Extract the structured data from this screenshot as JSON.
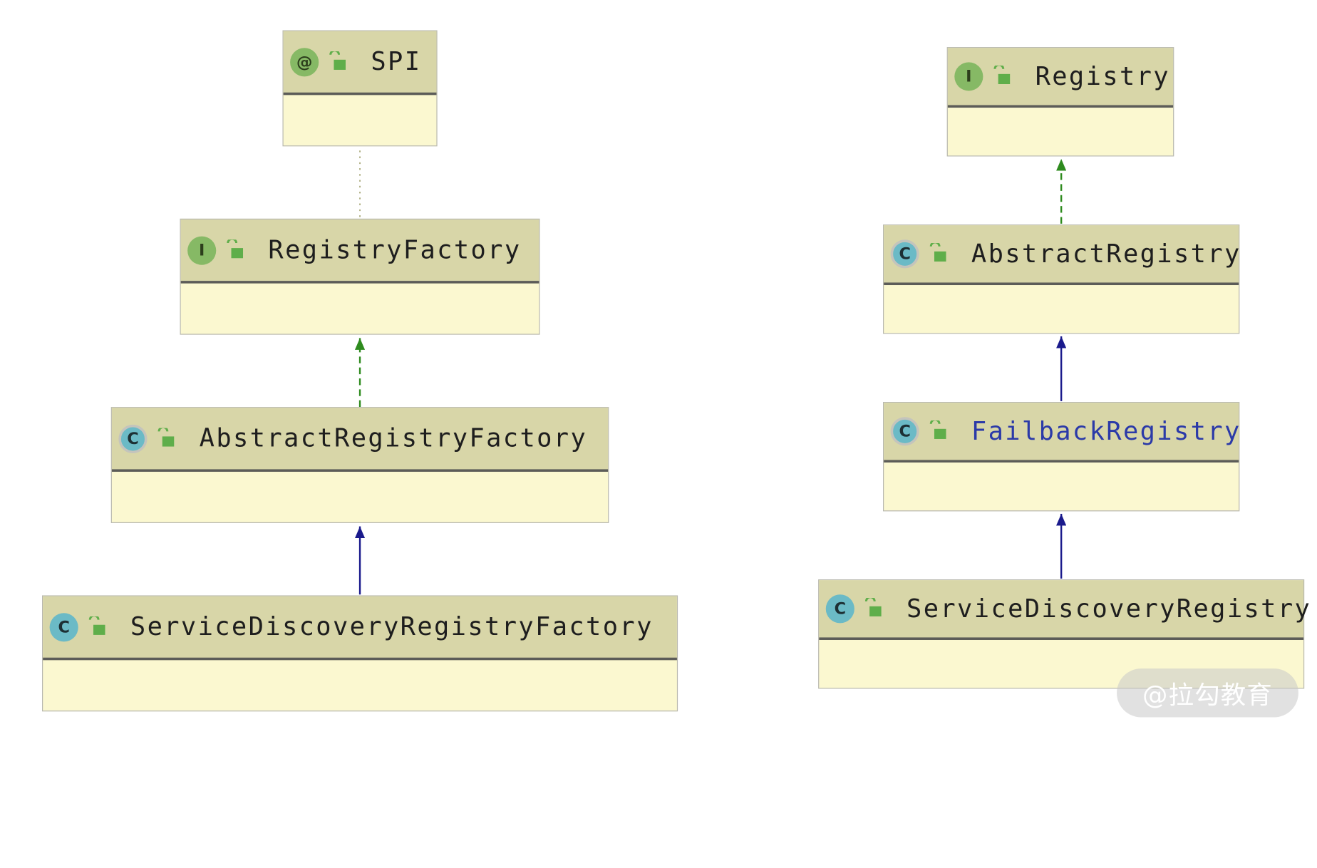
{
  "diagram": {
    "nodes": [
      {
        "id": "spi",
        "kind": "annotation",
        "badge": "@",
        "name": "SPI"
      },
      {
        "id": "registry-factory",
        "kind": "interface",
        "badge": "I",
        "name": "RegistryFactory"
      },
      {
        "id": "abstract-registry-factory",
        "kind": "abstract",
        "badge": "C",
        "name": "AbstractRegistryFactory"
      },
      {
        "id": "service-discovery-registry-factory",
        "kind": "class",
        "badge": "C",
        "name": "ServiceDiscoveryRegistryFactory"
      },
      {
        "id": "registry",
        "kind": "interface",
        "badge": "I",
        "name": "Registry"
      },
      {
        "id": "abstract-registry",
        "kind": "abstract",
        "badge": "C",
        "name": "AbstractRegistry"
      },
      {
        "id": "failback-registry",
        "kind": "abstract",
        "badge": "C",
        "name": "FailbackRegistry"
      },
      {
        "id": "service-discovery-registry",
        "kind": "class",
        "badge": "C",
        "name": "ServiceDiscoveryRegistry"
      }
    ],
    "edges": [
      {
        "from": "registry-factory",
        "to": "spi",
        "type": "annotated-by"
      },
      {
        "from": "abstract-registry-factory",
        "to": "registry-factory",
        "type": "implements"
      },
      {
        "from": "service-discovery-registry-factory",
        "to": "abstract-registry-factory",
        "type": "extends"
      },
      {
        "from": "abstract-registry",
        "to": "registry",
        "type": "implements"
      },
      {
        "from": "failback-registry",
        "to": "abstract-registry",
        "type": "extends"
      },
      {
        "from": "service-discovery-registry",
        "to": "failback-registry",
        "type": "extends"
      }
    ],
    "colors": {
      "header_bg": "#d8d6a8",
      "body_bg": "#fbf8d0",
      "implements_edge": "#2e8b1e",
      "extends_edge": "#1a1a8c",
      "annotation_edge": "#a8a878"
    }
  },
  "watermark": {
    "text": "@拉勾教育"
  }
}
